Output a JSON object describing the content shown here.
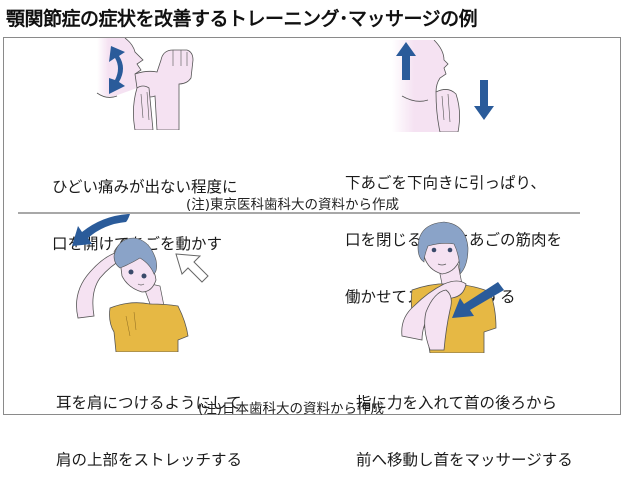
{
  "title": "顎関節症の症状を改善するトレーニング･マッサージの例",
  "colors": {
    "arrow_blue": "#2a5b9a",
    "skin": "#f5e2f2",
    "hair": "#8aa3c8",
    "shirt": "#e6b844",
    "frame": "#8a8a8a",
    "divider": "#a8a8a8"
  },
  "top_section": {
    "source_note": "(注)東京医科歯科大の資料から作成",
    "panels": [
      {
        "id": "open-mouth",
        "illustration": "jaw-movement-with-hand",
        "arrow_icon": "curved-double-arrow-icon",
        "caption_lines": [
          "ひどい痛みが出ない程度に",
          "口を開けてあごを動かす"
        ]
      },
      {
        "id": "pull-jaw-down",
        "illustration": "pull-chin-down",
        "arrow_icons": [
          "arrow-up-icon",
          "arrow-down-icon"
        ],
        "caption_lines": [
          "下あごを下向きに引っぱり、",
          "口を閉じるようにあごの筋肉を",
          "働かせてストレッチする"
        ]
      }
    ]
  },
  "bottom_section": {
    "source_note": "(注)日本歯科大の資料から作成",
    "panels": [
      {
        "id": "neck-stretch",
        "illustration": "head-tilt-stretch",
        "arrow_icons": [
          "curved-arrow-left-icon",
          "outline-arrow-up-left-icon"
        ],
        "caption_lines": [
          "耳を肩につけるようにして",
          "肩の上部をストレッチする"
        ]
      },
      {
        "id": "neck-massage",
        "illustration": "neck-massage",
        "arrow_icon": "arrow-down-left-icon",
        "caption_lines": [
          "指に力を入れて首の後ろから",
          "前へ移動し首をマッサージする"
        ]
      }
    ]
  }
}
